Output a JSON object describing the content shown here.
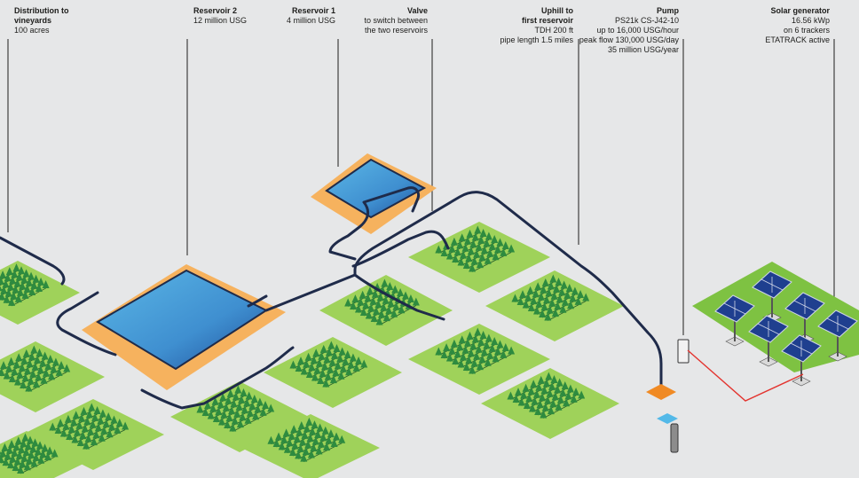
{
  "labels": {
    "distribution": {
      "title_line1": "Distribution to",
      "title_line2": "vineyards",
      "detail1": "100 acres"
    },
    "reservoir2": {
      "title": "Reservoir 2",
      "detail1": "12 million USG"
    },
    "reservoir1": {
      "title": "Reservoir 1",
      "detail1": "4 million USG"
    },
    "valve": {
      "title": "Valve",
      "detail1": "to switch between",
      "detail2": "the two reservoirs"
    },
    "uphill": {
      "title_line1": "Uphill to",
      "title_line2": "first reservoir",
      "detail1": "TDH 200 ft",
      "detail2": "pipe length 1.5 miles"
    },
    "pump": {
      "title": "Pump",
      "detail1": "PS21k CS-J42-10",
      "detail2": "up to 16,000 USG/hour",
      "detail3": "peak flow 130,000 USG/day",
      "detail4": "35 million USG/year"
    },
    "solar": {
      "title": "Solar generator",
      "detail1": "16.56 kWp",
      "detail2": "on 6 trackers",
      "detail3": "ETATRACK active"
    }
  },
  "colors": {
    "background": "#e6e7e8",
    "pipe": "#1f2b4a",
    "water_light": "#5bb7e6",
    "water_dark": "#1f5da6",
    "berm": "#f6b25e",
    "field": "#7ec242",
    "vine": "#2e8b3f",
    "cable": "#e3342f",
    "valve_marker": "#f08a24",
    "water_marker": "#53b9e8"
  }
}
